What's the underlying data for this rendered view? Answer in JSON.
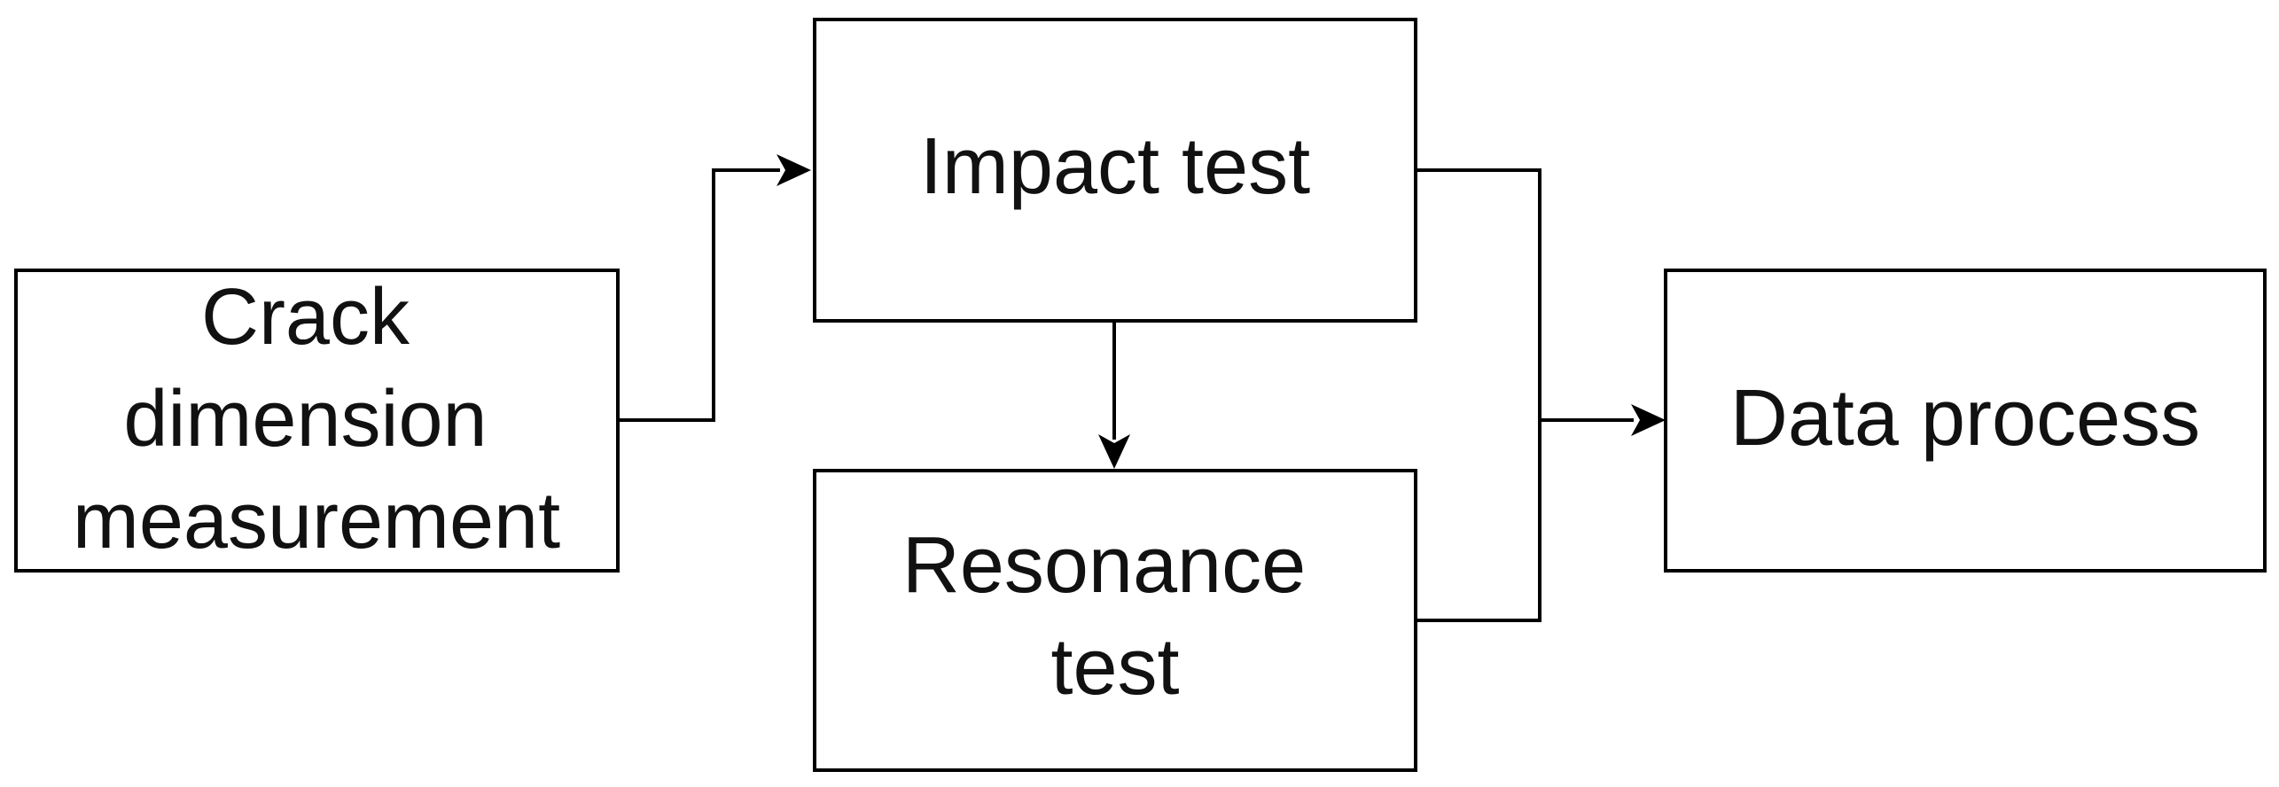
{
  "nodes": {
    "crack_dimension_measurement": {
      "lines": [
        "Crack",
        "dimension",
        "measurement"
      ]
    },
    "impact_test": {
      "lines": [
        "Impact test"
      ]
    },
    "resonance_test": {
      "lines": [
        "Resonance",
        "test"
      ]
    },
    "data_process": {
      "lines": [
        "Data process"
      ]
    }
  },
  "edges": [
    {
      "from": "crack_dimension_measurement",
      "to": "impact_test"
    },
    {
      "from": "impact_test",
      "to": "resonance_test"
    },
    {
      "from": "impact_test",
      "to": "data_process"
    },
    {
      "from": "resonance_test",
      "to": "data_process"
    }
  ]
}
